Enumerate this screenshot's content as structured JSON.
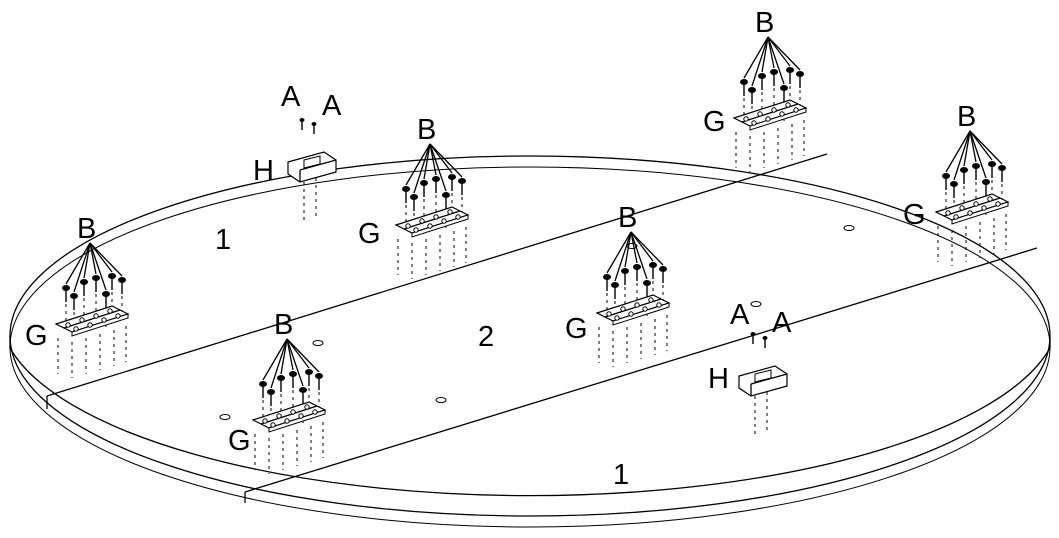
{
  "labels": {
    "panel_left": "1",
    "panel_center": "2",
    "panel_right": "1",
    "screw_small": "A",
    "screw_hinge": "B",
    "hinge": "G",
    "clip": "H"
  }
}
